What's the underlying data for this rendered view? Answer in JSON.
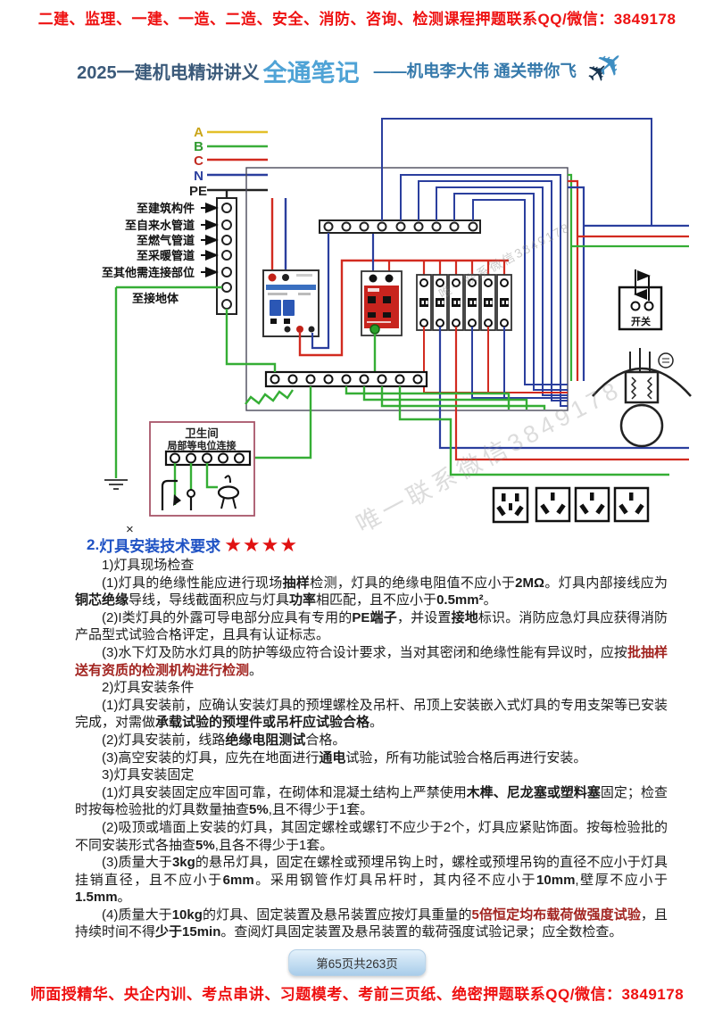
{
  "banner_top": "二建、监理、一建、一造、二造、安全、消防、咨询、检测课程押题联系QQ/微信：3849178",
  "header": {
    "title_prefix": "2025一建机电精讲讲义",
    "title_main": "全通笔记",
    "title_suffix": "——机电李大伟 通关带你飞",
    "plane_icon": "airplane-icon"
  },
  "watermark_text": "唯一联系微信3849178",
  "diagram": {
    "phase_labels": [
      "A",
      "B",
      "C",
      "N",
      "PE"
    ],
    "left_labels": [
      "至建筑构件",
      "至自来水管道",
      "至燃气管道",
      "至采暖管道",
      "至其他需连接部位",
      "至接地体"
    ],
    "bathroom": {
      "title": "卫生间",
      "subtitle": "局部等电位连接"
    },
    "switch_label": "开关",
    "cross_mark": "×",
    "wire_colors": {
      "phase_a": "#e3bf2a",
      "phase_b": "#3aae3a",
      "phase_c": "#d22b20",
      "neutral": "#2b3f9e",
      "pe": "#222222",
      "ground_green": "#35ae35"
    }
  },
  "section": {
    "number": "2.",
    "title": "灯具安装技术要求",
    "stars": "★★★★"
  },
  "content": {
    "paragraphs": [
      {
        "segments": [
          {
            "t": "1)灯具现场检查"
          }
        ]
      },
      {
        "segments": [
          {
            "t": "(1)灯具的绝缘性能应进行现场"
          },
          {
            "t": "抽样",
            "b": 1
          },
          {
            "t": "检测，灯具的绝缘电阻值不应小于"
          },
          {
            "t": "2MΩ",
            "b": 1
          },
          {
            "t": "。灯具内部接线应为"
          },
          {
            "t": "铜芯绝缘",
            "b": 1
          },
          {
            "t": "导线，导线截面积应与灯具"
          },
          {
            "t": "功率",
            "b": 1
          },
          {
            "t": "相匹配，且不应小于"
          },
          {
            "t": "0.5mm²",
            "b": 1
          },
          {
            "t": "。"
          }
        ]
      },
      {
        "segments": [
          {
            "t": "(2)I类灯具的外露可导电部分应具有专用的"
          },
          {
            "t": "PE端子",
            "b": 1
          },
          {
            "t": "，并设置"
          },
          {
            "t": "接地",
            "b": 1
          },
          {
            "t": "标识。消防应急灯具应获得消防产品型式试验合格评定，且具有认证标志。"
          }
        ]
      },
      {
        "segments": [
          {
            "t": "(3)水下灯及防水灯具的防护等级应符合设计要求，当对其密闭和绝缘性能有异议时，应按"
          },
          {
            "t": "批抽样送有资质的检测机构进行检测",
            "r": 1
          },
          {
            "t": "。"
          }
        ]
      },
      {
        "segments": [
          {
            "t": "2)灯具安装条件"
          }
        ]
      },
      {
        "segments": [
          {
            "t": "(1)灯具安装前，应确认安装灯具的预埋螺栓及吊杆、吊顶上安装嵌入式灯具的专用支架等已安装完成，对需做"
          },
          {
            "t": "承载试验的预埋件或吊杆应试验合格",
            "b": 1
          },
          {
            "t": "。"
          }
        ]
      },
      {
        "segments": [
          {
            "t": "(2)灯具安装前，线路"
          },
          {
            "t": "绝缘电阻测试",
            "b": 1
          },
          {
            "t": "合格。"
          }
        ]
      },
      {
        "segments": [
          {
            "t": "(3)高空安装的灯具，应先在地面进行"
          },
          {
            "t": "通电",
            "b": 1
          },
          {
            "t": "试验，所有功能试验合格后再进行安装。"
          }
        ]
      },
      {
        "segments": [
          {
            "t": "3)灯具安装固定"
          }
        ]
      },
      {
        "segments": [
          {
            "t": "(1)灯具安装固定应牢固可靠，在砌体和混凝土结构上严禁使用"
          },
          {
            "t": "木榫、尼龙塞或塑料塞",
            "b": 1
          },
          {
            "t": "固定；检查时按每检验批的灯具数量抽查"
          },
          {
            "t": "5%",
            "b": 1
          },
          {
            "t": ",且不得少于1套。"
          }
        ]
      },
      {
        "segments": [
          {
            "t": "(2)吸顶或墙面上安装的灯具，其固定螺栓或螺钉不应少于2个，灯具应紧贴饰面。按每检验批的不同安装形式各抽查"
          },
          {
            "t": "5%",
            "b": 1
          },
          {
            "t": ",且各不得少于1套。"
          }
        ]
      },
      {
        "segments": [
          {
            "t": "(3)质量大于"
          },
          {
            "t": "3kg",
            "b": 1
          },
          {
            "t": "的悬吊灯具，固定在螺栓或预埋吊钩上时，"
          },
          {
            "t": "螺栓或预埋吊钩的直径不应小于灯具挂销直径，且不应小于"
          },
          {
            "t": "6mm",
            "b": 1
          },
          {
            "t": "。采用钢管作灯具吊杆时，其内径不应小于"
          },
          {
            "t": "10mm",
            "b": 1
          },
          {
            "t": ",壁厚不应小于"
          },
          {
            "t": "1.5mm",
            "b": 1
          },
          {
            "t": "。"
          }
        ]
      },
      {
        "segments": [
          {
            "t": "(4)质量大于"
          },
          {
            "t": "10kg",
            "b": 1
          },
          {
            "t": "的灯具、固定装置及悬吊装置应按灯具重量的"
          },
          {
            "t": "5倍恒定均布载荷做强度试验",
            "r": 1
          },
          {
            "t": "，且持续时间不得"
          },
          {
            "t": "少于15min",
            "b": 1
          },
          {
            "t": "。查阅灯具固定装置及悬吊装置的载荷强度试验记录；应全数检查。"
          }
        ]
      }
    ]
  },
  "footer": {
    "page_indicator": "第65页共263页"
  },
  "banner_bottom": "师面授精华、央企内训、考点串讲、习题模考、考前三页纸、绝密押题联系QQ/微信：3849178"
}
